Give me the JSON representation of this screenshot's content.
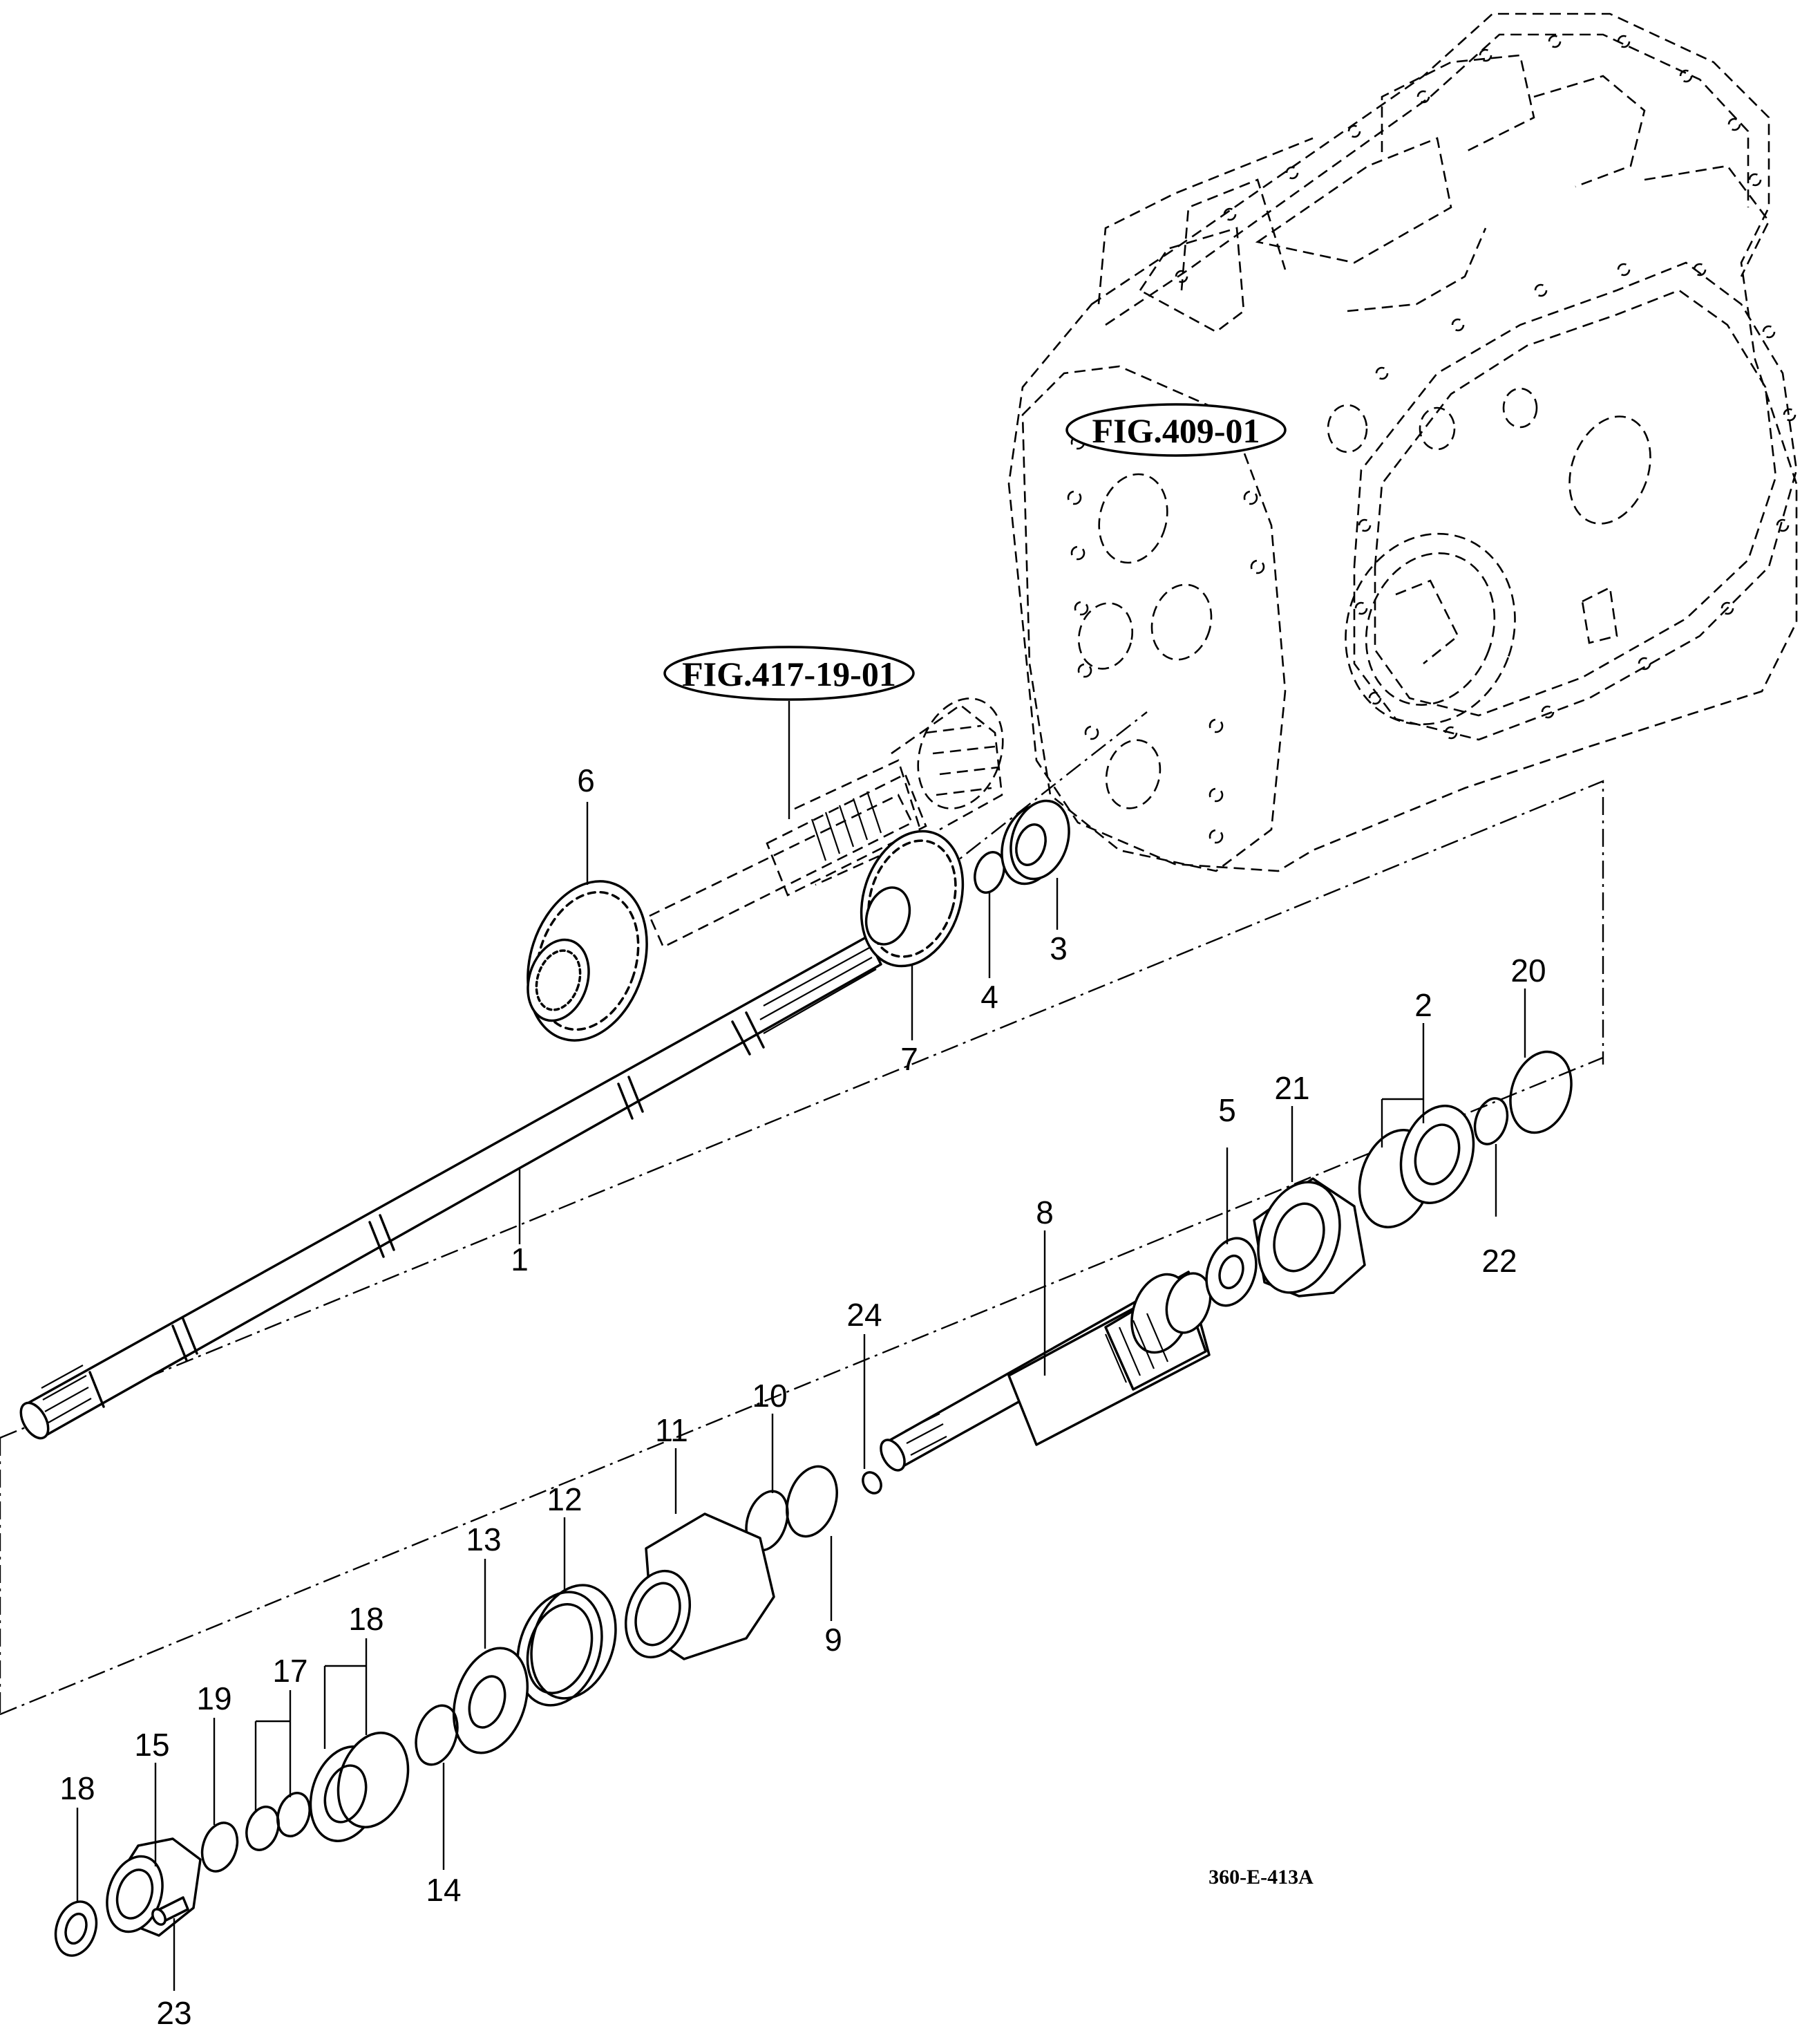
{
  "figure_refs": {
    "housing": "FIG.409-01",
    "shaft_assembly": "FIG.417-19-01"
  },
  "drawing_code": "360-E-413A",
  "callouts": {
    "c1": "1",
    "c2": "2",
    "c3": "3",
    "c4": "4",
    "c5": "5",
    "c6": "6",
    "c7": "7",
    "c8": "8",
    "c9": "9",
    "c10": "10",
    "c11": "11",
    "c12": "12",
    "c13": "13",
    "c14": "14",
    "c15": "15",
    "c17": "17",
    "c18a": "18",
    "c18b": "18",
    "c19": "19",
    "c20": "20",
    "c21": "21",
    "c22": "22",
    "c23": "23",
    "c24": "24"
  }
}
